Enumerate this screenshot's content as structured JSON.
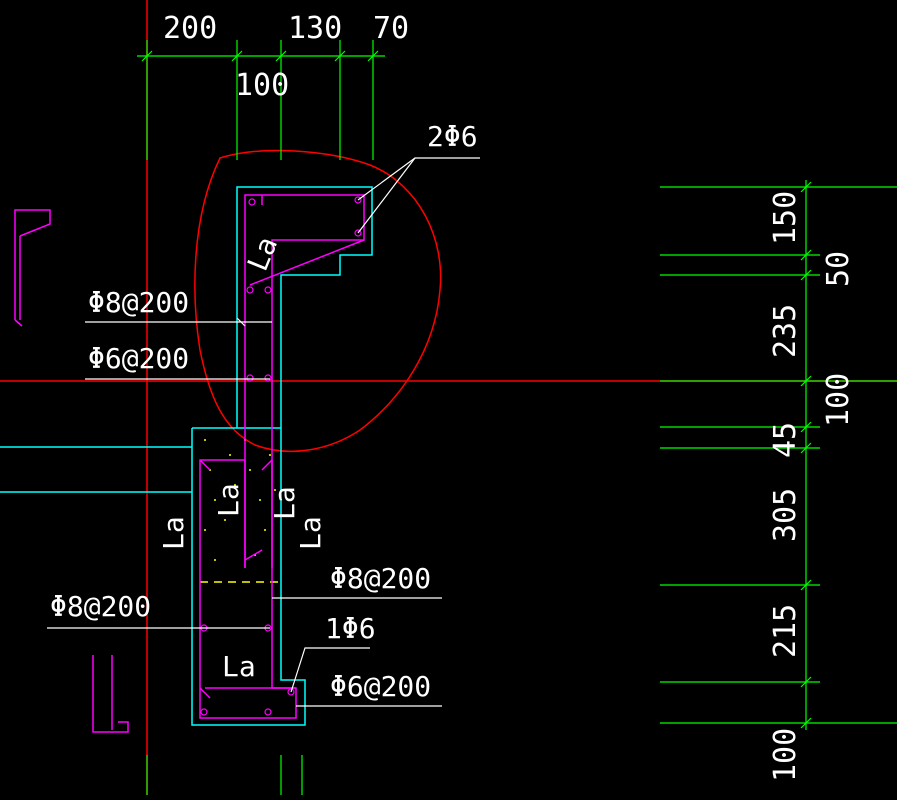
{
  "colors": {
    "background": "#000000",
    "dimension": "#00ff00",
    "outline": "#00ffff",
    "rebar": "#ff00ff",
    "centerline": "#ff0000",
    "revision_cloud": "#ff0000",
    "text": "#ffffff",
    "hatch": "#ffff00"
  },
  "top_dims": {
    "d1": "200",
    "d2": "130",
    "d3": "70",
    "d4": "100"
  },
  "right_dims": {
    "d1": "150",
    "d2": "50",
    "d3": "235",
    "d4": "100",
    "d5": "45",
    "d6": "305",
    "d7": "215",
    "d8": "100"
  },
  "rebar_labels": {
    "top_bar": "2Φ6",
    "upper_stirrup": "Φ8@200",
    "upper_dist": "Φ6@200",
    "lower_stirrup_right": "Φ8@200",
    "lower_stirrup_left": "Φ8@200",
    "corner_bar": "1Φ6",
    "lower_dist": "Φ6@200"
  },
  "anchorage_labels": {
    "upper_diag": "La",
    "center": "La",
    "right_1": "La",
    "right_2": "La",
    "left": "La",
    "bottom": "La"
  }
}
